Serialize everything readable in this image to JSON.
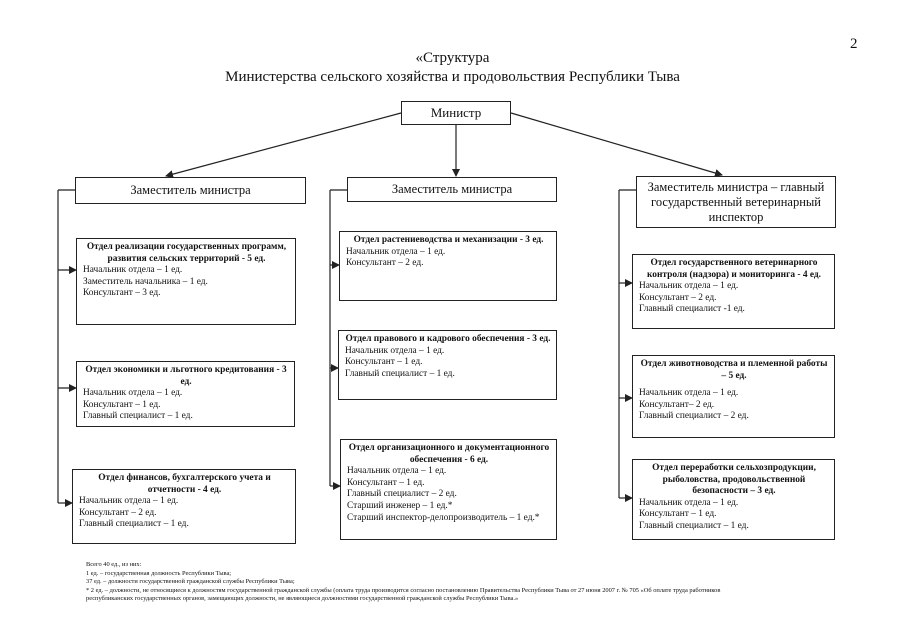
{
  "page_number": "2",
  "title": {
    "line1": "«Структура",
    "line2": "Министерства сельского хозяйства и продовольствия Республики Тыва"
  },
  "minister": "Министр",
  "deputies": [
    {
      "label": "Заместитель министра"
    },
    {
      "label": "Заместитель министра"
    },
    {
      "label": "Заместитель министра – главный государственный ветеринарный инспектор"
    }
  ],
  "departments": {
    "left": [
      {
        "header": "Отдел реализации государственных программ, развития сельских территорий - 5 ед.",
        "lines": [
          "Начальник отдела – 1 ед.",
          "Заместитель начальника – 1 ед.",
          "Консультант – 3 ед."
        ]
      },
      {
        "header": "Отдел экономики и льготного кредитования - 3 ед.",
        "lines": [
          "Начальник отдела – 1 ед.",
          "Консультант – 1 ед.",
          "Главный специалист – 1 ед."
        ]
      },
      {
        "header": "Отдел финансов, бухгалтерского учета и отчетности - 4 ед.",
        "lines": [
          "Начальник отдела – 1 ед.",
          "Консультант – 2 ед.",
          "Главный специалист – 1 ед."
        ]
      }
    ],
    "middle": [
      {
        "header": "Отдел растениеводства и механизации - 3 ед.",
        "lines": [
          "Начальник отдела – 1 ед.",
          "Консультант – 2 ед."
        ]
      },
      {
        "header": "Отдел правового и кадрового обеспечения - 3 ед.",
        "lines": [
          "Начальник отдела – 1 ед.",
          "Консультант – 1 ед.",
          "Главный специалист – 1 ед."
        ]
      },
      {
        "header": "Отдел организационного и документационного обеспечения - 6 ед.",
        "lines": [
          "Начальник отдела – 1 ед.",
          "Консультант – 1 ед.",
          "Главный специалист – 2 ед.",
          "Старший инженер – 1 ед.*",
          "Старший инспектор-делопроизводитель – 1 ед.*"
        ]
      }
    ],
    "right": [
      {
        "header": "Отдел государственного ветеринарного контроля (надзора) и мониторинга - 4 ед.",
        "lines": [
          "Начальник отдела – 1 ед.",
          "Консультант – 2 ед.",
          "Главный специалист -1 ед."
        ]
      },
      {
        "header": "Отдел животноводства и племенной работы – 5 ед.",
        "lines": [
          "Начальник отдела – 1 ед.",
          "Консультант– 2 ед.",
          "Главный специалист – 2 ед."
        ]
      },
      {
        "header": "Отдел переработки сельхозпродукции, рыболовства, продовольственной безопасности – 3 ед.",
        "lines": [
          "Начальник отдела – 1 ед.",
          "Консультант – 1 ед.",
          "Главный специалист – 1 ед."
        ]
      }
    ]
  },
  "footnotes": [
    "Всего 40 ед., из них:",
    "1 ед. – государственная должность Республики Тыва;",
    "37 ед. – должности государственной гражданской службы Республики Тыва;",
    "* 2 ед. – должности, не относящиеся к должностям государственной гражданской службы (оплата труда производится согласно постановлению Правительства Республики Тыва от 27 июня 2007 г. № 705 «Об оплате труда работников",
    "республиканских государственных органов, замещающих должности, не являющиеся должностями государственной гражданской службы Республики Тыва.»"
  ]
}
